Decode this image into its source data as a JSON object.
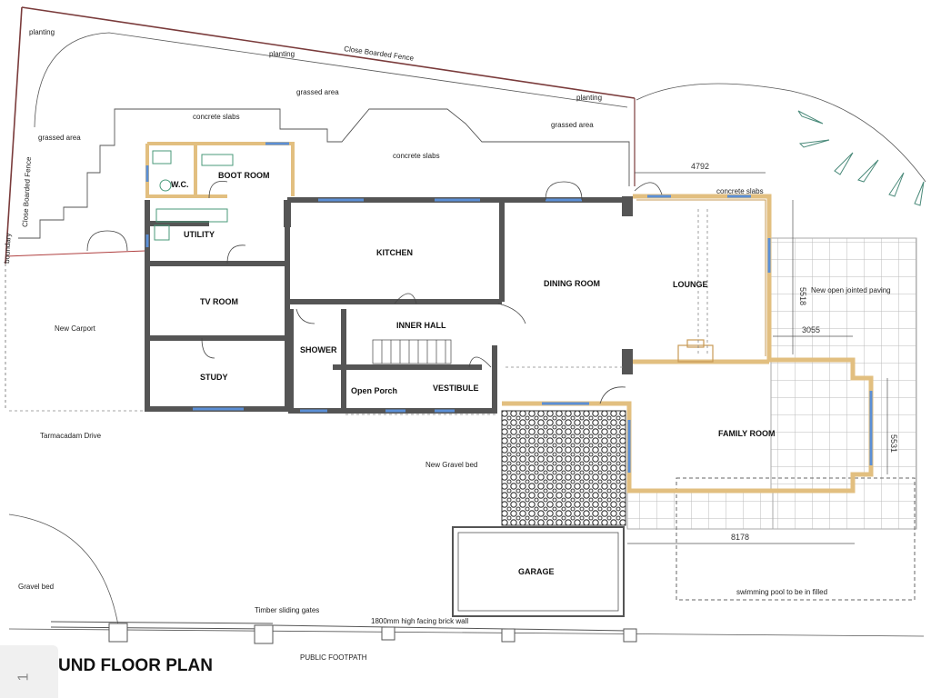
{
  "title": "UND FLOOR PLAN",
  "page_tab": "1",
  "rooms": {
    "wc": "W.C.",
    "boot_room": "BOOT ROOM",
    "utility": "UTILITY",
    "kitchen": "KITCHEN",
    "dining_room": "DINING ROOM",
    "lounge": "LOUNGE",
    "tv_room": "TV ROOM",
    "inner_hall": "INNER HALL",
    "shower": "SHOWER",
    "study": "STUDY",
    "open_porch": "Open Porch",
    "vestibule": "VESTIBULE",
    "family_room": "FAMILY ROOM",
    "garage": "GARAGE",
    "new_carport": "New Carport"
  },
  "site_labels": {
    "planting_1": "planting",
    "planting_2": "planting",
    "planting_3": "planting",
    "close_boarded_fence_top": "Close Boarded Fence",
    "close_boarded_fence_left": "Close Boarded Fence",
    "grassed_area_1": "grassed area",
    "grassed_area_2": "grassed area",
    "grassed_area_3": "grassed area",
    "concrete_slabs_1": "concrete slabs",
    "concrete_slabs_2": "concrete slabs",
    "concrete_slabs_3": "concrete slabs",
    "boundary": "boundary",
    "tarmacadam_drive": "Tarmacadam Drive",
    "new_gravel_bed": "New Gravel bed",
    "gravel_bed": "Gravel bed",
    "timber_sliding_gates": "Timber sliding gates",
    "brick_wall": "1800mm high facing brick wall",
    "public_footpath": "PUBLIC FOOTPATH",
    "new_paving": "New open jointed paving",
    "swimming_pool": "swimming pool to be in filled"
  },
  "dimensions": {
    "d4792": "4792",
    "d5518": "5518",
    "d3055": "3055",
    "d5531": "5531",
    "d8178": "8178"
  }
}
